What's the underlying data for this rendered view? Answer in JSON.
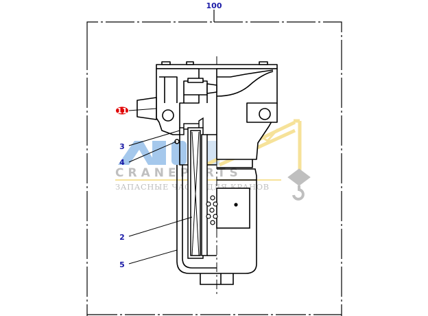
{
  "diagram": {
    "assembly_number": "100",
    "callouts": [
      {
        "id": "11",
        "label": "11",
        "highlighted": true
      },
      {
        "id": "3",
        "label": "3",
        "highlighted": false
      },
      {
        "id": "4",
        "label": "4",
        "highlighted": false
      },
      {
        "id": "2",
        "label": "2",
        "highlighted": false
      },
      {
        "id": "5",
        "label": "5",
        "highlighted": false
      }
    ]
  },
  "watermark": {
    "brand_line": "CRANEPARTS",
    "subtitle": "ЗАПАСНЫЕ ЧАСТИ ДЛЯ КРАНОВ"
  },
  "colors": {
    "line": "#000000",
    "callout_text": "#1a1aa6",
    "highlight": "#e00000",
    "watermark_blue": "#9cc3ea",
    "watermark_yellow": "#f6df8e",
    "watermark_gray": "#b9b9b9"
  }
}
